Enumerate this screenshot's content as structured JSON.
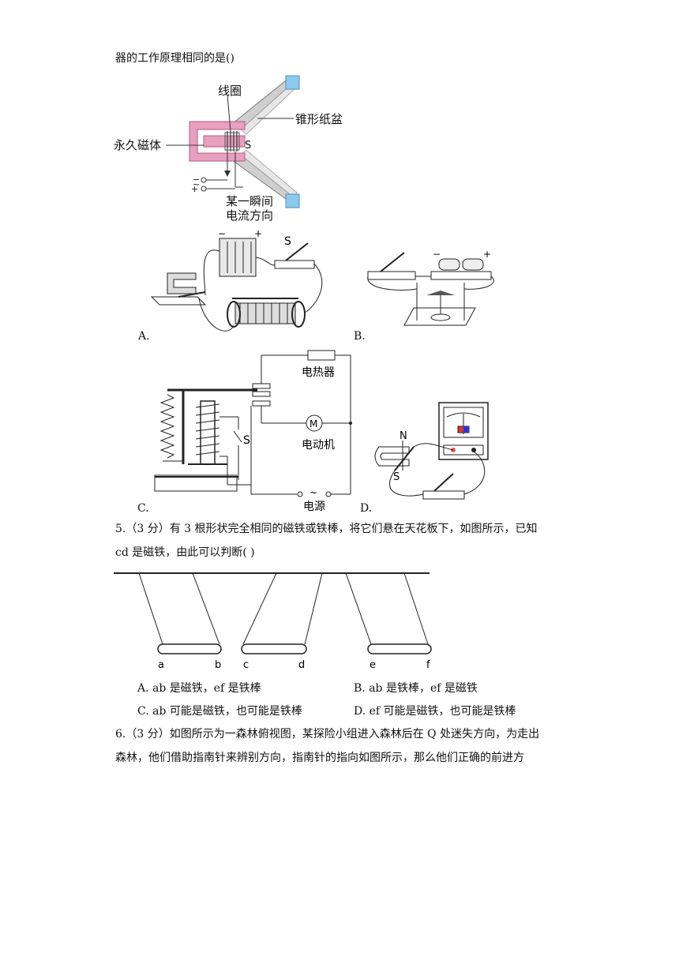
{
  "q4": {
    "stem_tail": "器的工作原理相同的是()"
  },
  "speaker": {
    "coil": "线圈",
    "cone": "锥形纸盆",
    "magnet": "永久磁体",
    "s_pole": "S",
    "minus": "−",
    "tilde": "~",
    "plus": "+",
    "current_line1": "某一瞬间",
    "current_line2": "电流方向"
  },
  "options4": {
    "A": "A.",
    "B": "B.",
    "C": "C.",
    "D": "D.",
    "a_minus": "−",
    "a_plus": "+",
    "a_switch": "S",
    "b_minus": "−",
    "b_plus": "+",
    "c_heater": "电热器",
    "c_motor_symbol": "M",
    "c_motor": "电动机",
    "c_switch": "S",
    "c_power": "电源",
    "c_tilde": "~",
    "d_north": "N",
    "d_south": "S"
  },
  "q5": {
    "line1": "5.（3 分）有 3 根形状完全相同的磁铁或铁棒，将它们悬在天花板下，如图所示，已知",
    "line2": "cd 是磁铁，由此可以判断(    )",
    "labels": [
      "a",
      "b",
      "c",
      "d",
      "e",
      "f"
    ],
    "choices": {
      "A": "A. ab 是磁铁，ef 是铁棒",
      "B": "B. ab 是铁棒，ef 是磁铁",
      "C": "C. ab 可能是磁铁，也可能是铁棒",
      "D": "D. ef 可能是磁铁，也可能是铁棒"
    }
  },
  "q6": {
    "line1": "6.（3 分）如图所示为一森林俯视图，某探险小组进入森林后在 Q 处迷失方向，为走出",
    "line2": "森林，他们借助指南针来辨别方向，指南针的指向如图所示，那么他们正确的前进方"
  }
}
